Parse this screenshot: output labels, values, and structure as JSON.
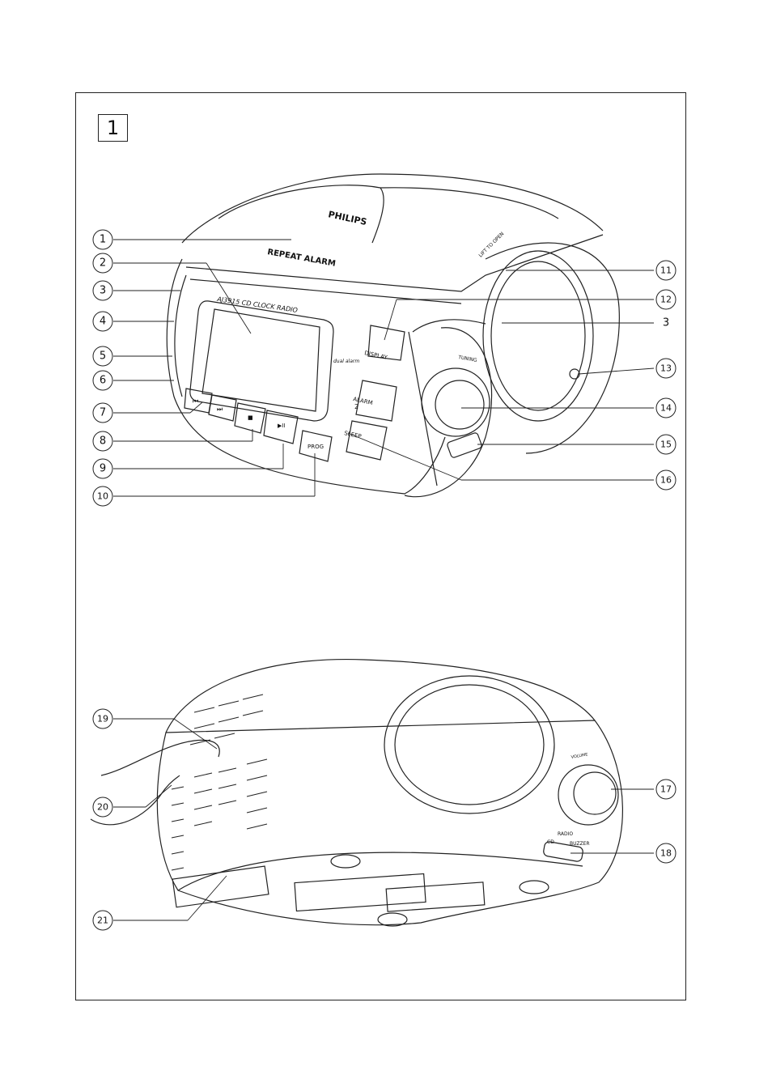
{
  "figure": {
    "number": "1"
  },
  "device_top_labels": {
    "brand": "PHILIPS",
    "top_label": "REPEAT ALARM",
    "lid": "LIFT TO OPEN",
    "model": "AJ3915 CD CLOCK RADIO",
    "display_btn": "DISPLAY",
    "alarm_btn": "ALARM",
    "alarm_num": "2",
    "sleep_btn": "SLEEP",
    "prog_btn": "PROG",
    "tuning": "TUNING",
    "dual_alarm": "dual alarm",
    "prev_icon": "⏮",
    "next_icon": "⏭",
    "stop_icon": "■",
    "play_icon": "▶II"
  },
  "device_bottom_labels": {
    "volume": "VOLUME",
    "sw_radio": "RADIO",
    "sw_cd": "CD",
    "sw_buzzer": "BUZZER"
  },
  "callouts_left": [
    "1",
    "2",
    "3",
    "4",
    "5",
    "6",
    "7",
    "8",
    "9",
    "10",
    "19",
    "20",
    "21"
  ],
  "callouts_right": [
    "11",
    "12",
    "3",
    "13",
    "14",
    "15",
    "16",
    "17",
    "18"
  ]
}
